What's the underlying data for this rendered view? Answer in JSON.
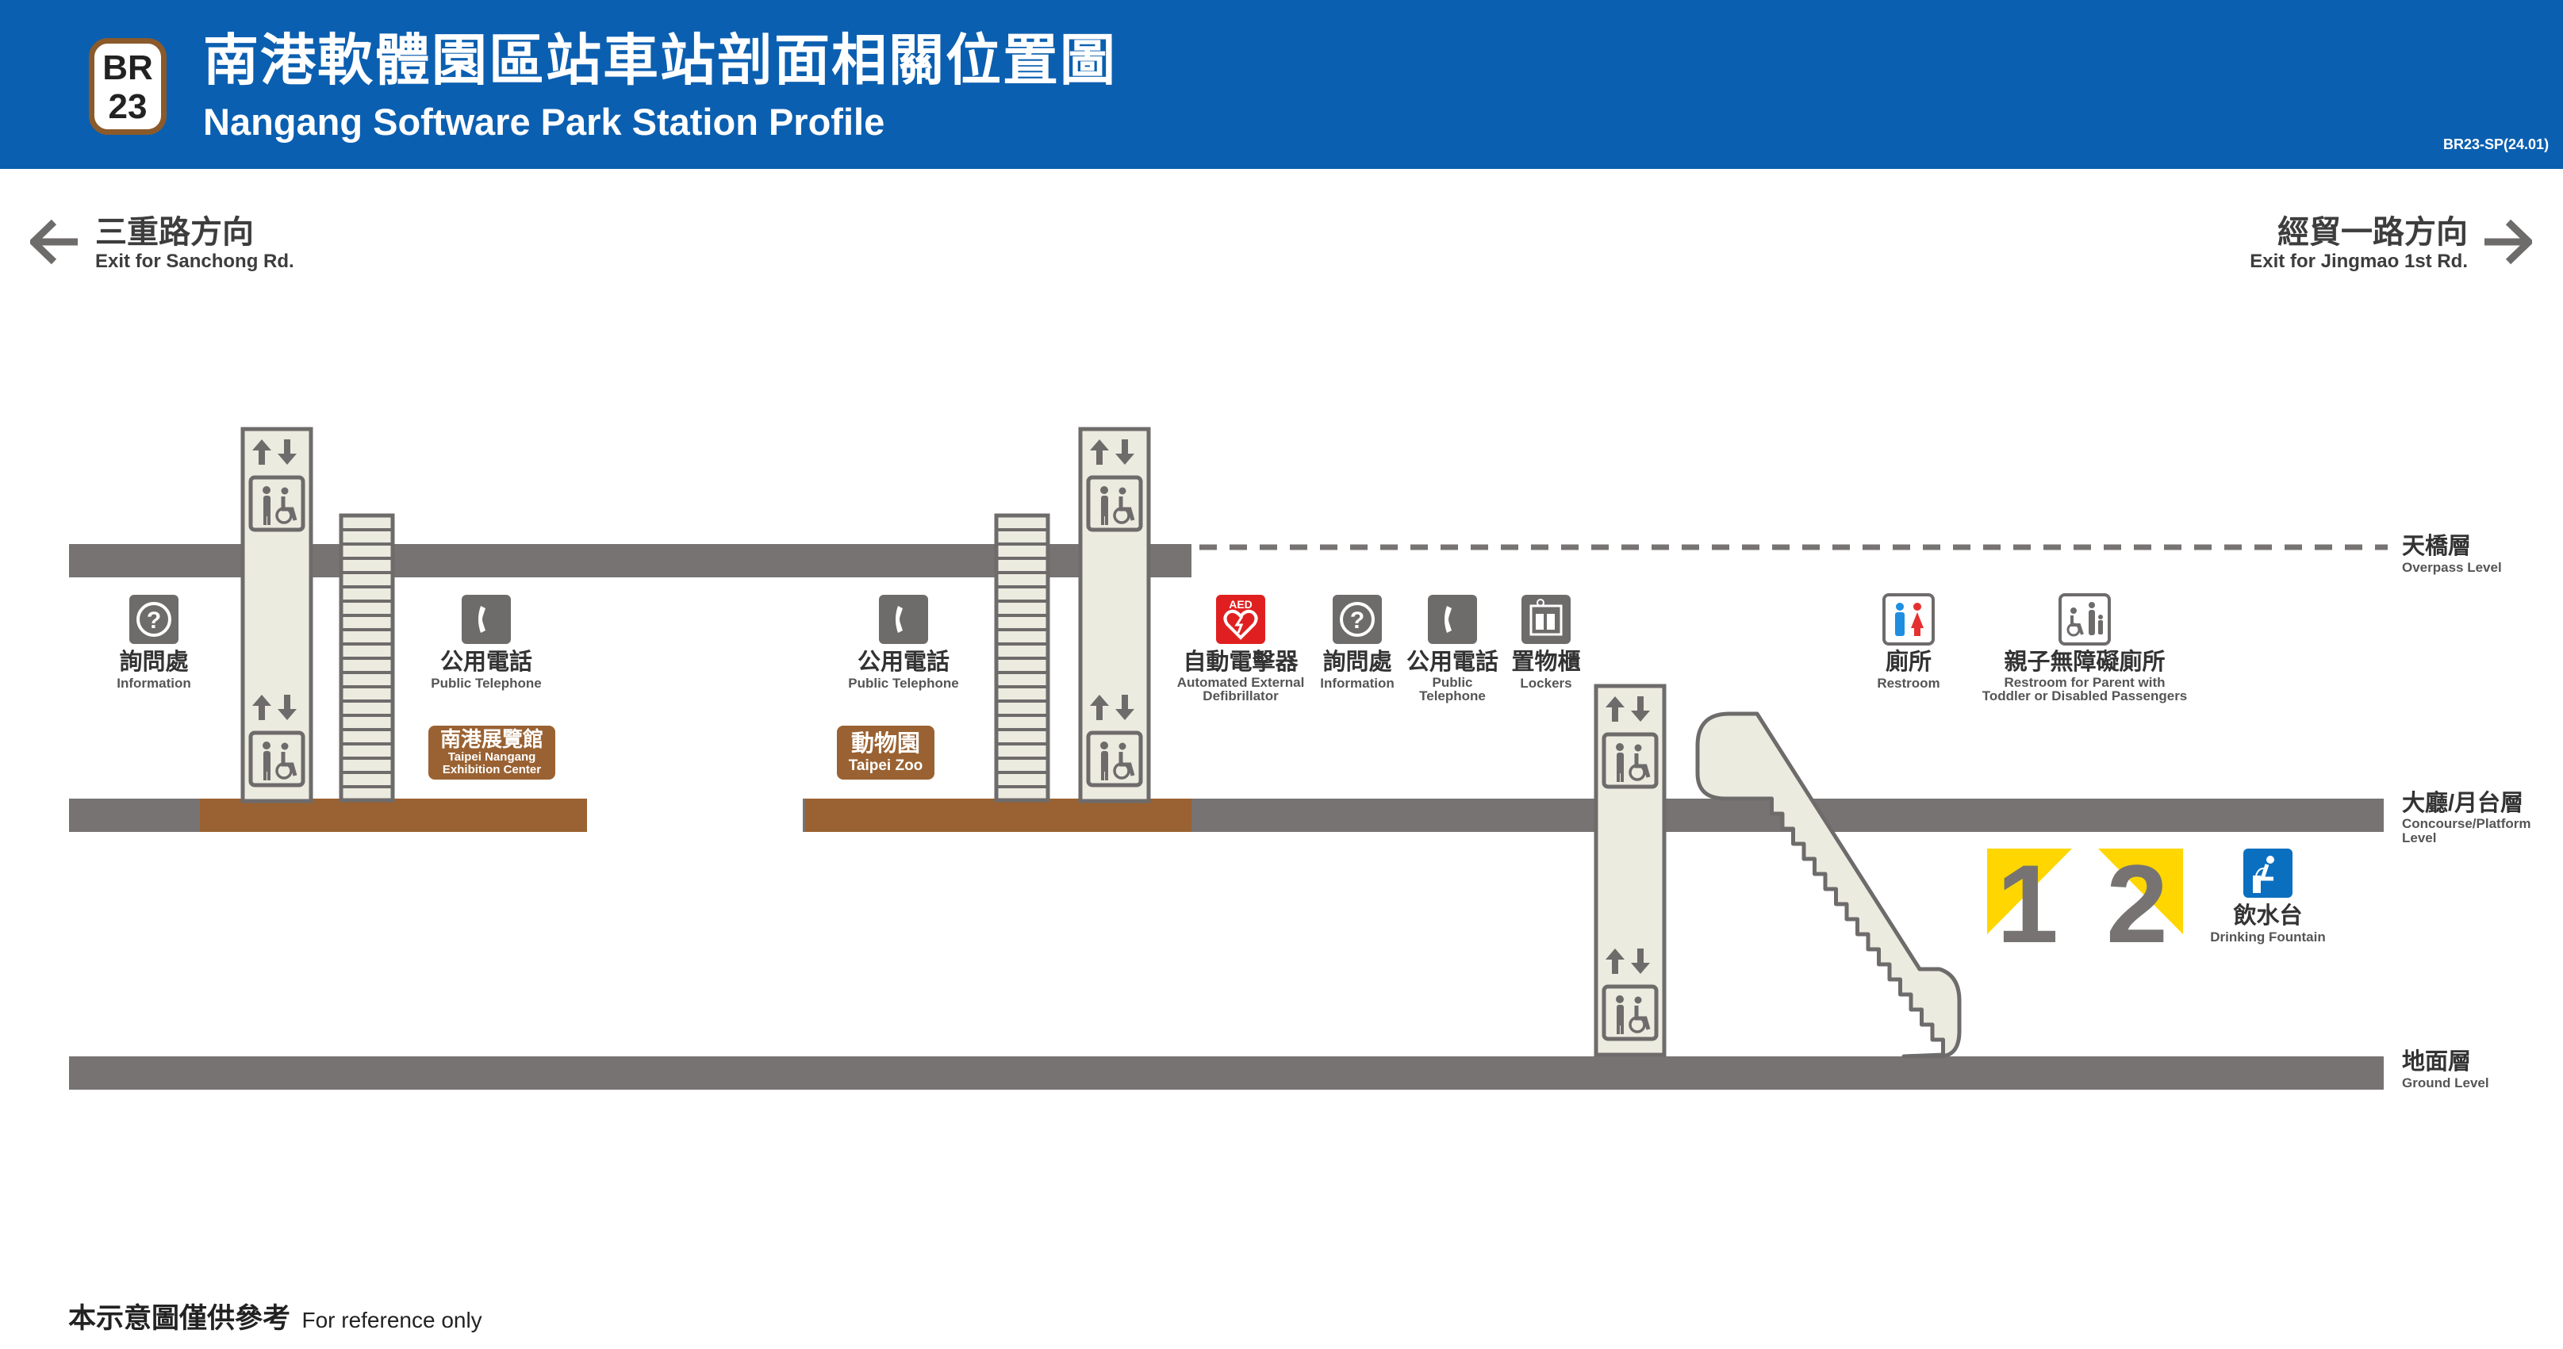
{
  "header": {
    "badge_line1": "BR",
    "badge_line2": "23",
    "title_zh": "南港軟體園區站車站剖面相關位置圖",
    "title_en": "Nangang Software Park Station Profile",
    "code": "BR23-SP(24.01)",
    "colors": {
      "banner": "#0b5fb0",
      "badge_border": "#8a5a2b"
    }
  },
  "directions": {
    "left_zh": "三重路方向",
    "left_en": "Exit for Sanchong Rd.",
    "right_zh": "經貿一路方向",
    "right_en": "Exit for Jingmao 1st Rd."
  },
  "levels": {
    "overpass_zh": "天橋層",
    "overpass_en": "Overpass Level",
    "concourse_zh": "大廳/月台層",
    "concourse_en1": "Concourse/Platform",
    "concourse_en2": "Level",
    "ground_zh": "地面層",
    "ground_en": "Ground Level"
  },
  "facilities": {
    "info_left_zh": "詢問處",
    "info_left_en": "Information",
    "phone_left_zh": "公用電話",
    "phone_left_en": "Public Telephone",
    "phone_mid_zh": "公用電話",
    "phone_mid_en": "Public Telephone",
    "aed_zh": "自動電擊器",
    "aed_en1": "Automated External",
    "aed_en2": "Defibrillator",
    "aed_badge": "AED",
    "info_right_zh": "詢問處",
    "info_right_en": "Information",
    "phone_right_zh": "公用電話",
    "phone_right_en1": "Public",
    "phone_right_en2": "Telephone",
    "lockers_zh": "置物櫃",
    "lockers_en": "Lockers",
    "restroom_zh": "廁所",
    "restroom_en": "Restroom",
    "family_zh": "親子無障礙廁所",
    "family_en1": "Restroom for Parent with",
    "family_en2": "Toddler or Disabled Passengers",
    "fountain_zh": "飲水台",
    "fountain_en": "Drinking Fountain"
  },
  "destinations": {
    "expo_zh": "南港展覽館",
    "expo_en1": "Taipei Nangang",
    "expo_en2": "Exhibition Center",
    "zoo_zh": "動物園",
    "zoo_en": "Taipei Zoo"
  },
  "platforms": {
    "p1": "1",
    "p2": "2"
  },
  "footer": {
    "note_zh": "本示意圖僅供參考",
    "note_en": "For reference only"
  },
  "palette": {
    "floor": "#777373",
    "track": "#9a6232",
    "structure": "#ecebe0",
    "icon_grey": "#6e6b6b",
    "aed_red": "#e02020",
    "fountain_blue": "#0b6fc0",
    "platform_yellow": "#ffd600"
  }
}
